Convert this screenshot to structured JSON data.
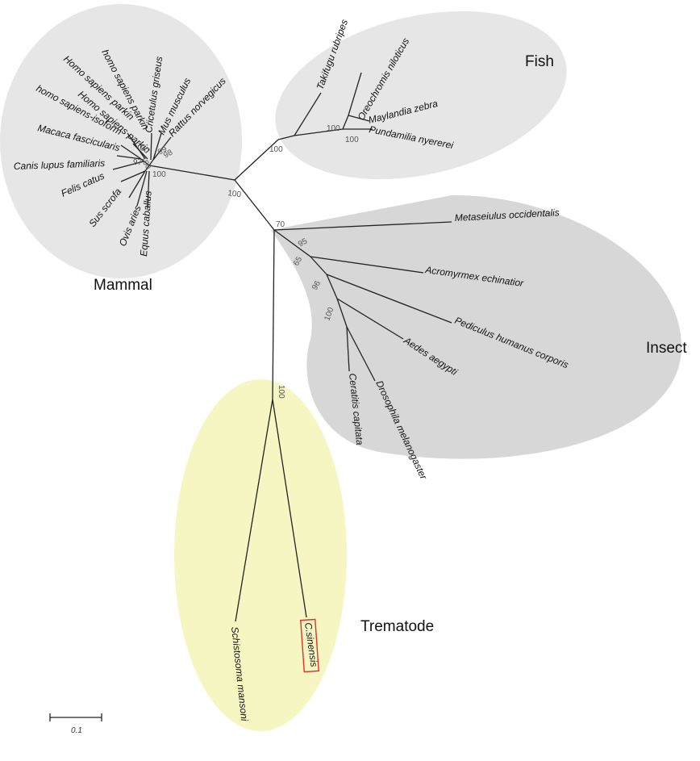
{
  "colors": {
    "mammal_fill": "#e6e6e6",
    "fish_fill": "#e6e6e6",
    "insect_fill": "#d7d7d7",
    "trematode_fill": "#f6f6c3",
    "highlight_box": "#e0302a"
  },
  "groups": {
    "mammal": "Mammal",
    "fish": "Fish",
    "insect": "Insect",
    "trematode": "Trematode"
  },
  "taxa": {
    "takifugu": "Takifugu rubripes",
    "oreochromis": "Oreochromis niloticus",
    "maylandia": "Maylandia zebra",
    "pundamilia": "Pundamilia nyererei",
    "metaseiulus": "Metaseiulus occidentalis",
    "acromyrmex": "Acromyrmex echinatior",
    "pediculus": "Pediculus humanus corporis",
    "aedes": "Aedes aegypti",
    "drosophila": "Drosophila melanogaster",
    "ceratitis": "Ceratitis capitata",
    "schistosoma": "Schistosoma mansoni",
    "csinensis": "C.sinensis",
    "homo_parkin1": "Homo sapiens parkin",
    "homo_parkin2": "homo sapiens parkin",
    "homo_parkin3": "Homo sapiens parkin",
    "homo_isoform": "homo sapiens-isoform",
    "cricetulus": "Cricetulus griseus",
    "mus": "Mus musculus",
    "rattus": "Rattus norvegicus",
    "macaca": "Macaca fascicularis",
    "canis": "Canis lupus familiaris",
    "felis": "Felis catus",
    "sus": "Sus scrofa",
    "ovis": "Ovis aries",
    "equus": "Equus caballus"
  },
  "bootstrap": {
    "fish_root": "100",
    "fish_cichlid1": "100",
    "fish_cichlid2": "100",
    "mammal_root": "100",
    "insect_root": "70",
    "insect_a": "95",
    "insect_b": "65",
    "insect_c": "96",
    "insect_d": "100",
    "trematode": "100",
    "mammal_a": "97",
    "mammal_b": "100",
    "mammal_c": "100",
    "mammal_d": "99",
    "mammal_e": "100",
    "mammal_f": "98"
  },
  "scale": {
    "label": "0.1"
  }
}
